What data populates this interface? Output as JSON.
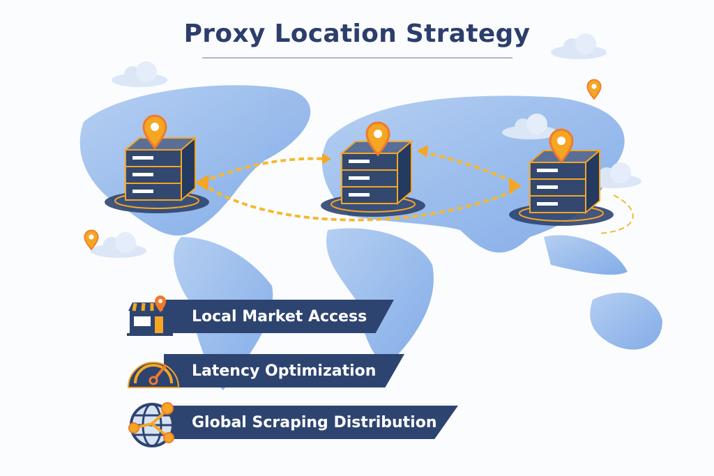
{
  "title": "Proxy Location Strategy",
  "features": [
    {
      "label": "Local Market Access",
      "icon": "storefront-icon"
    },
    {
      "label": "Latency Optimization",
      "icon": "speedometer-icon"
    },
    {
      "label": "Global Scraping Distribution",
      "icon": "globe-network-icon"
    }
  ],
  "colors": {
    "navy": "#2e4470",
    "map": "#8fb4ea",
    "accent": "#f5a623",
    "pin": "#f07a2c"
  }
}
